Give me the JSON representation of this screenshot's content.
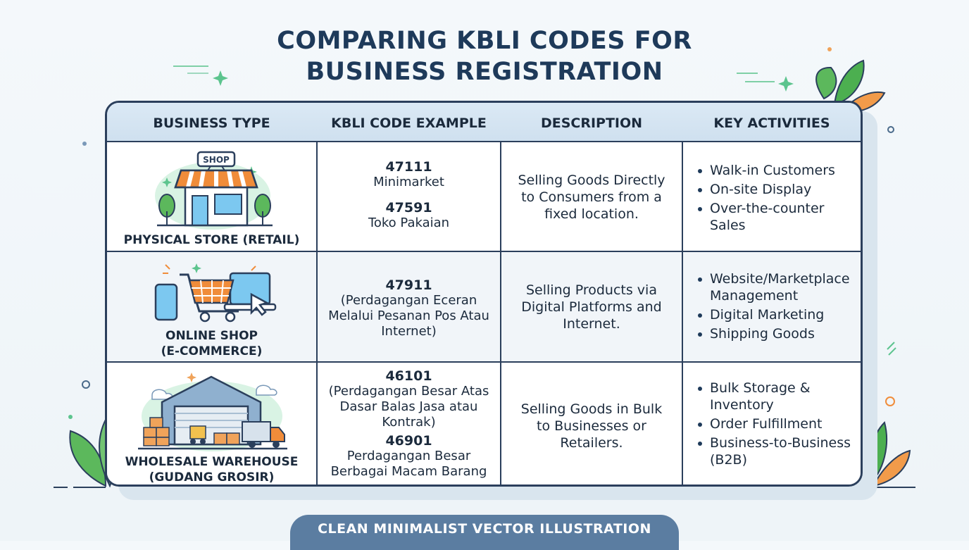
{
  "title": {
    "line1": "COMPARING KBLI CODES FOR",
    "line2": "BUSINESS REGISTRATION"
  },
  "headers": [
    "BUSINESS TYPE",
    "KBLI CODE EXAMPLE",
    "DESCRIPTION",
    "KEY ACTIVITIES"
  ],
  "rows": [
    {
      "type": {
        "line1": "PHYSICAL STORE (RETAIL)",
        "line2": ""
      },
      "icon": "shop-icon",
      "shop_sign": "SHOP",
      "codes": [
        {
          "code": "47111",
          "lines": [
            "Minimarket"
          ]
        },
        {
          "code": "47591",
          "lines": [
            "Toko Pakaian"
          ]
        }
      ],
      "description": [
        "Selling Goods Directly",
        "to Consumers from a",
        "fixed location."
      ],
      "activities": [
        [
          "Walk-in Customers"
        ],
        [
          "On-site Display"
        ],
        [
          "Over-the-counter",
          "Sales"
        ]
      ]
    },
    {
      "type": {
        "line1": "ONLINE SHOP",
        "line2": "(E-COMMERCE)"
      },
      "icon": "shopping-cart-devices-icon",
      "codes": [
        {
          "code": "47911",
          "lines": [
            "(Perdagangan Eceran",
            "Melalui Pesanan Pos Atau",
            "Internet)"
          ]
        }
      ],
      "description": [
        "Selling Products via",
        "Digital Platforms and",
        "Internet."
      ],
      "activities": [
        [
          "Website/Marketplace",
          "Management"
        ],
        [
          "Digital Marketing"
        ],
        [
          "Shipping Goods"
        ]
      ]
    },
    {
      "type": {
        "line1": "WHOLESALE WAREHOUSE",
        "line2": "(GUDANG GROSIR)"
      },
      "icon": "warehouse-icon",
      "codes": [
        {
          "code": "46101",
          "lines": [
            "(Perdagangan Besar Atas",
            "Dasar Balas Jasa atau",
            "Kontrak)"
          ]
        },
        {
          "code": "46901",
          "lines": [
            "Perdagangan Besar",
            "Berbagai Macam Barang"
          ]
        }
      ],
      "description": [
        "Selling Goods in Bulk",
        "to Businesses or",
        "Retailers."
      ],
      "activities": [
        [
          "Bulk Storage &",
          "Inventory"
        ],
        [
          "Order Fulfillment"
        ],
        [
          "Business-to-Business",
          "(B2B)"
        ]
      ]
    }
  ],
  "footer": "CLEAN MINIMALIST VECTOR ILLUSTRATION",
  "colors": {
    "border": "#2b3f5c",
    "title": "#1e3a5a",
    "header_bg": "#d4e4f2",
    "footer_bg": "#5b7da1",
    "leaf": "#4caf50",
    "accent_orange": "#f08c3a"
  }
}
